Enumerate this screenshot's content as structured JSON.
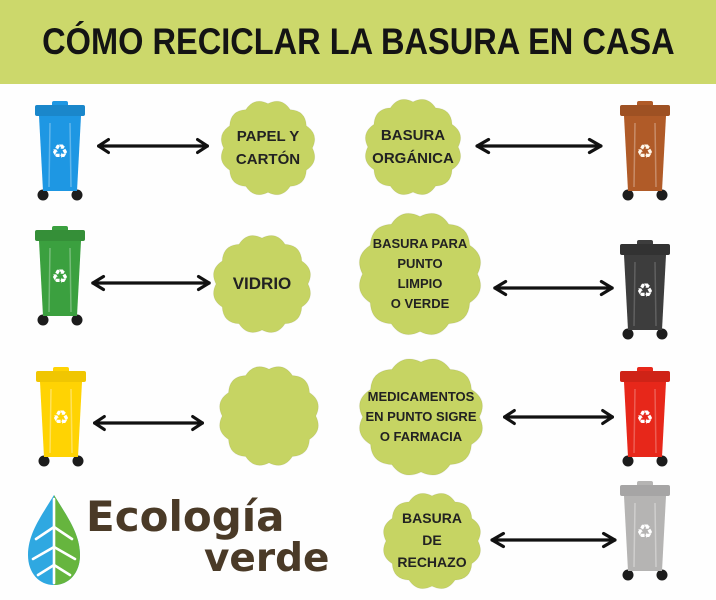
{
  "title": "CÓMO RECICLAR LA BASURA EN CASA",
  "colors": {
    "header_bg": "#ccd86b",
    "blob_fill": "#c6d463",
    "blob_edge": "#b9c957",
    "arrow": "#111111",
    "leaf_blue": "#2fa8e1",
    "leaf_green": "#66b53e"
  },
  "icons": {
    "recycle": "♻"
  },
  "bins": {
    "blue": {
      "color": "#1e97e3"
    },
    "green": {
      "color": "#3ba03f"
    },
    "yellow": {
      "color": "#ffd303"
    },
    "brown": {
      "color": "#b05b28"
    },
    "black": {
      "color": "#3d3d3d"
    },
    "red": {
      "color": "#e7271a"
    },
    "gray": {
      "color": "#b5b4b3"
    }
  },
  "labels": {
    "papel_carton": {
      "lines": [
        "PAPEL Y",
        "CARTÓN"
      ]
    },
    "basura_organica": {
      "lines": [
        "BASURA",
        "ORGÁNICA"
      ]
    },
    "vidrio": {
      "lines": [
        "VIDRIO"
      ]
    },
    "punto_limpio": {
      "lines": [
        "BASURA PARA",
        "PUNTO",
        "LIMPIO",
        "O VERDE"
      ]
    },
    "medicamentos": {
      "lines": [
        "MEDICAMENTOS",
        "EN PUNTO SIGRE",
        "O FARMACIA"
      ]
    },
    "rechazo": {
      "lines": [
        "BASURA",
        "DE",
        "RECHAZO"
      ]
    }
  },
  "logo": {
    "line1": "Ecología",
    "line2": "verde"
  }
}
